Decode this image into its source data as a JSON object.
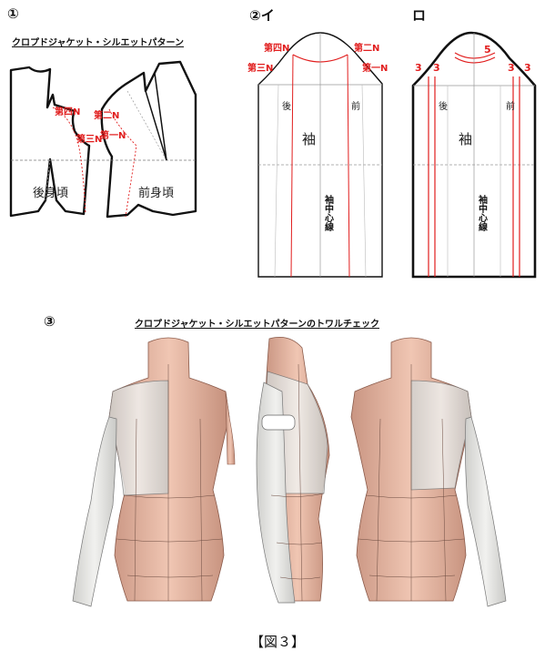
{
  "sections": {
    "s1": {
      "label": "①",
      "title": "クロプドジャケット・シルエットパターン"
    },
    "s2": {
      "label": "②イ"
    },
    "s3": {
      "label": "ロ"
    },
    "s4": {
      "label": "③",
      "title": "クロプドジャケット・シルエットパターンのトワルチェック"
    }
  },
  "bodice": {
    "back_label": "後身頃",
    "front_label": "前身頃",
    "seam_labels": {
      "dai4": "第四N",
      "dai3": "第三N",
      "dai2": "第二N",
      "dai1": "第一N"
    }
  },
  "sleeve_a": {
    "seam_labels": {
      "dai4": "第四N",
      "dai3": "第三N",
      "dai2": "第二N",
      "dai1": "第一N"
    },
    "back": "後",
    "front": "前",
    "sleeve": "袖",
    "center_line": "袖中心線"
  },
  "sleeve_b": {
    "numbers": {
      "left_outer": "3",
      "left_inner": "3",
      "top": "5",
      "right_inner": "3",
      "right_outer": "3"
    },
    "back": "後",
    "front": "前",
    "sleeve": "袖",
    "center_line": "袖中心線"
  },
  "caption": "【図３】",
  "colors": {
    "pattern_line": "#111111",
    "seam_red": "#e11d1d",
    "guide_gray": "#888888",
    "body_skin": "#e8b9a4",
    "toile": "#e6e6e3"
  }
}
